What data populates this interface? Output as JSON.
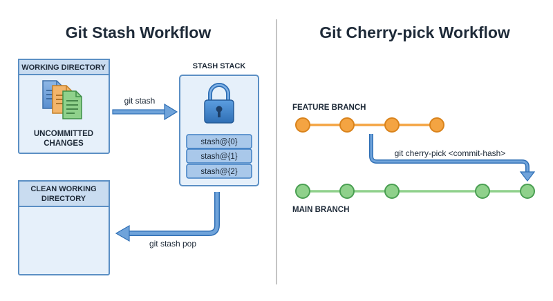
{
  "stash": {
    "title": "Git Stash Workflow",
    "working_directory": {
      "header": "WORKING DIRECTORY",
      "caption_line1": "UNCOMMITTED",
      "caption_line2": "CHANGES"
    },
    "stash_command": "git stash",
    "stash_stack": {
      "title": "STASH STACK",
      "entries": [
        "stash@{0}",
        "stash@{1}",
        "stash@{2}"
      ]
    },
    "clean_directory": {
      "header_line1": "CLEAN WORKING",
      "header_line2": "DIRECTORY"
    },
    "pop_command": "git stash pop"
  },
  "cherry_pick": {
    "title": "Git Cherry-pick Workflow",
    "feature_branch": "FEATURE BRANCH",
    "command": "git cherry-pick <commit-hash>",
    "main_branch": "MAIN BRANCH"
  },
  "colors": {
    "box_fill": "#e6f0fa",
    "box_border": "#5b8fc4",
    "header_fill": "#c9dcf0",
    "arrow_blue": "#3f7fc3",
    "feature_orange": "#f4a442",
    "feature_stroke": "#d9831c",
    "main_green": "#8fd18b",
    "main_stroke": "#4a9f52",
    "divider": "#b0b0b0"
  },
  "icons": {
    "documents": "documents-icon",
    "lock": "lock-icon"
  }
}
